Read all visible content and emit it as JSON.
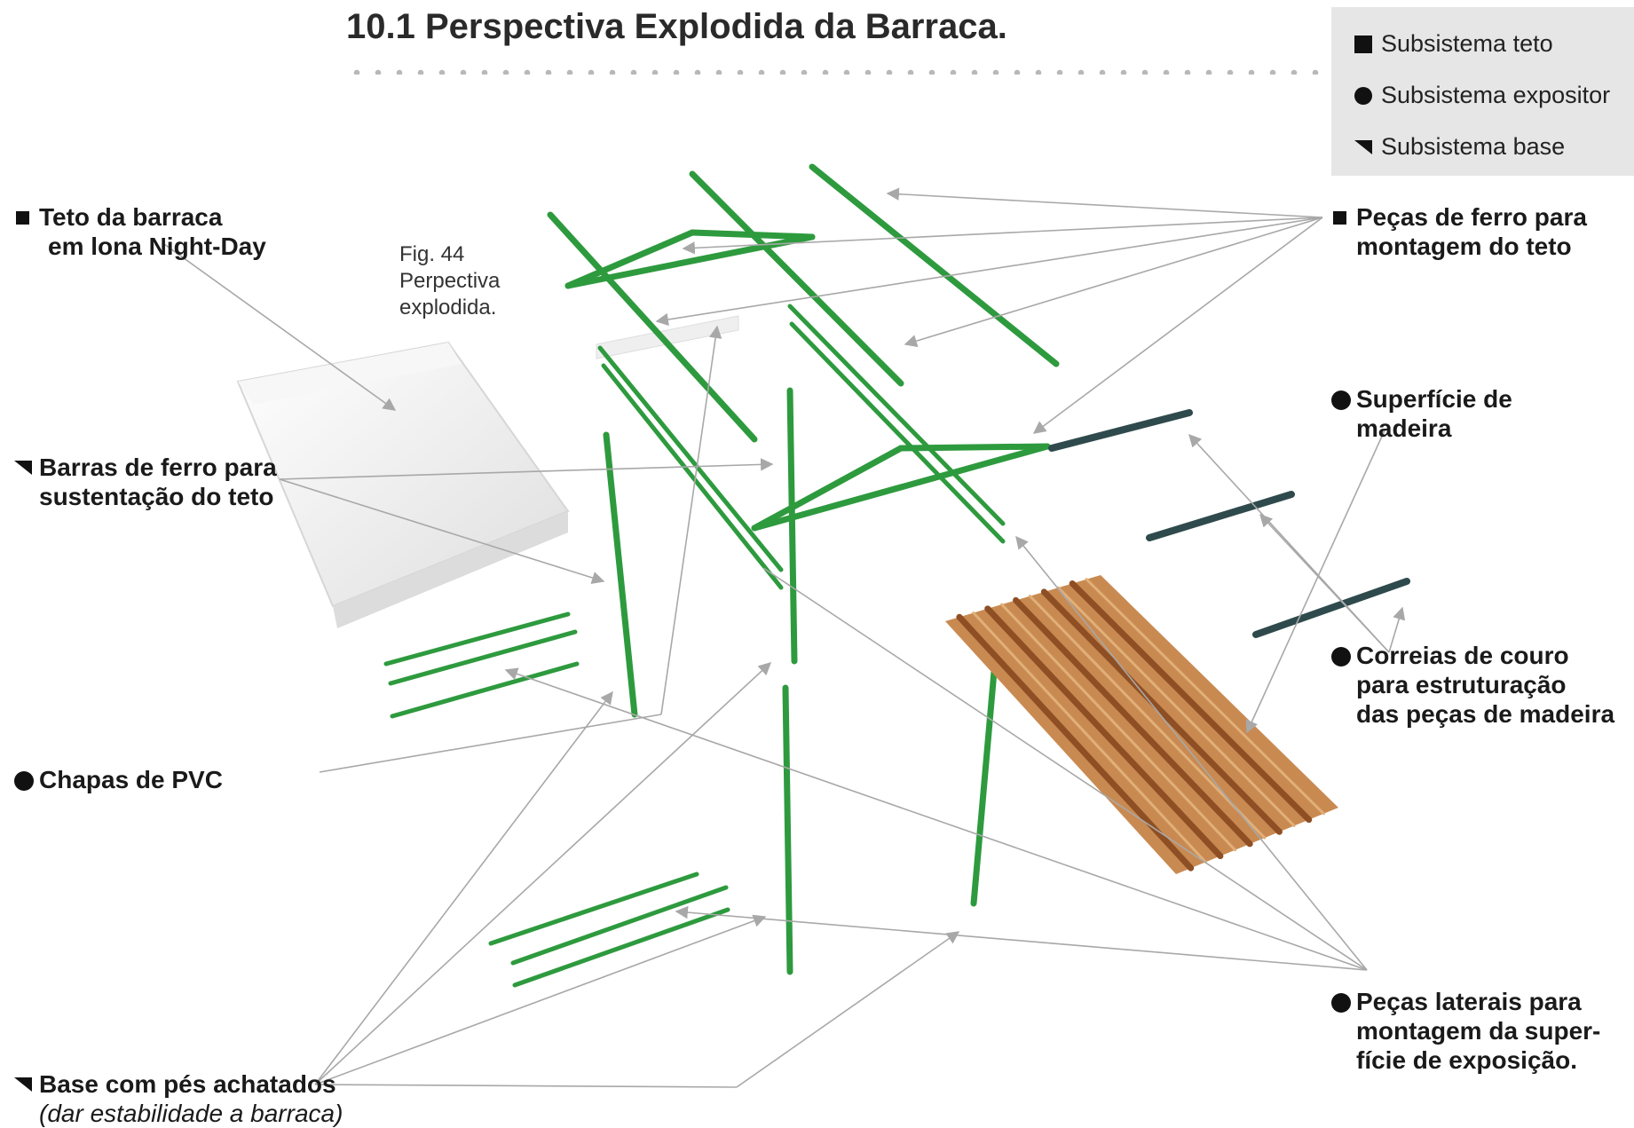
{
  "title": "10.1 Perspectiva Explodida da Barraca.",
  "legend": {
    "items": [
      {
        "label": "Subsistema teto",
        "symbol": "square"
      },
      {
        "label": "Subsistema expositor",
        "symbol": "circle"
      },
      {
        "label": "Subsistema base",
        "symbol": "triangle"
      }
    ]
  },
  "figure_caption": "Fig. 44\nPerpectiva\nexplodida.",
  "labels": {
    "teto_line1": "Teto da barraca",
    "teto_line2": "em lona Night-Day",
    "barras_line1": "Barras de ferro para",
    "barras_line2": "sustentação do teto",
    "chapas": "Chapas de PVC",
    "base_line1": "Base com pés achatados",
    "base_line2": "(dar estabilidade a barraca)",
    "pecas_ferro_line1": "Peças de ferro para",
    "pecas_ferro_line2": "montagem do teto",
    "superficie_line1": "Superfície de",
    "superficie_line2": "madeira",
    "correias_line1": "Correias de couro",
    "correias_line2": "para estruturação",
    "correias_line3": "das peças de madeira",
    "laterais_line1": "Peças laterais para",
    "laterais_line2": "montagem da super-",
    "laterais_line3": "fície de exposição."
  },
  "colors": {
    "frame_green": "#2e9a3e",
    "frame_dark": "#1f7a2c",
    "leader_gray": "#a8a8a8",
    "wood_light": "#c98a52",
    "wood_dark": "#8e4f24",
    "strap": "#2f4a4c",
    "canopy": "#efefef"
  }
}
